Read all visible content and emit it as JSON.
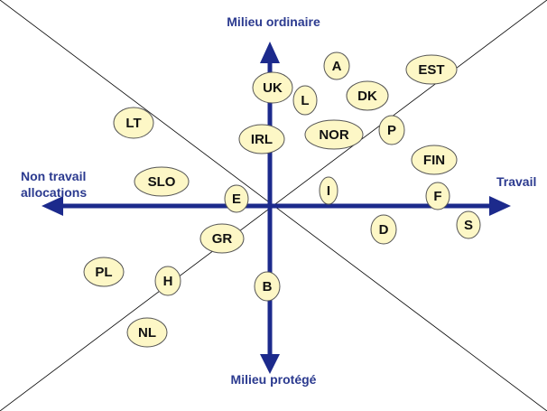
{
  "diagram": {
    "labels": {
      "top": "Milieu ordinaire",
      "bottom": "Milieu protégé",
      "right": "Travail",
      "left_line1": "Non travail",
      "left_line2": "allocations"
    },
    "colors": {
      "axis": "#1c2a8c",
      "label": "#2b3a8f",
      "bubble_fill": "#fdf7c6",
      "bubble_stroke": "#555555",
      "diagonal": "#000000"
    },
    "countries": [
      "A",
      "EST",
      "UK",
      "L",
      "DK",
      "LT",
      "IRL",
      "NOR",
      "P",
      "FIN",
      "SLO",
      "E",
      "I",
      "F",
      "S",
      "GR",
      "D",
      "PL",
      "H",
      "B",
      "NL"
    ]
  }
}
